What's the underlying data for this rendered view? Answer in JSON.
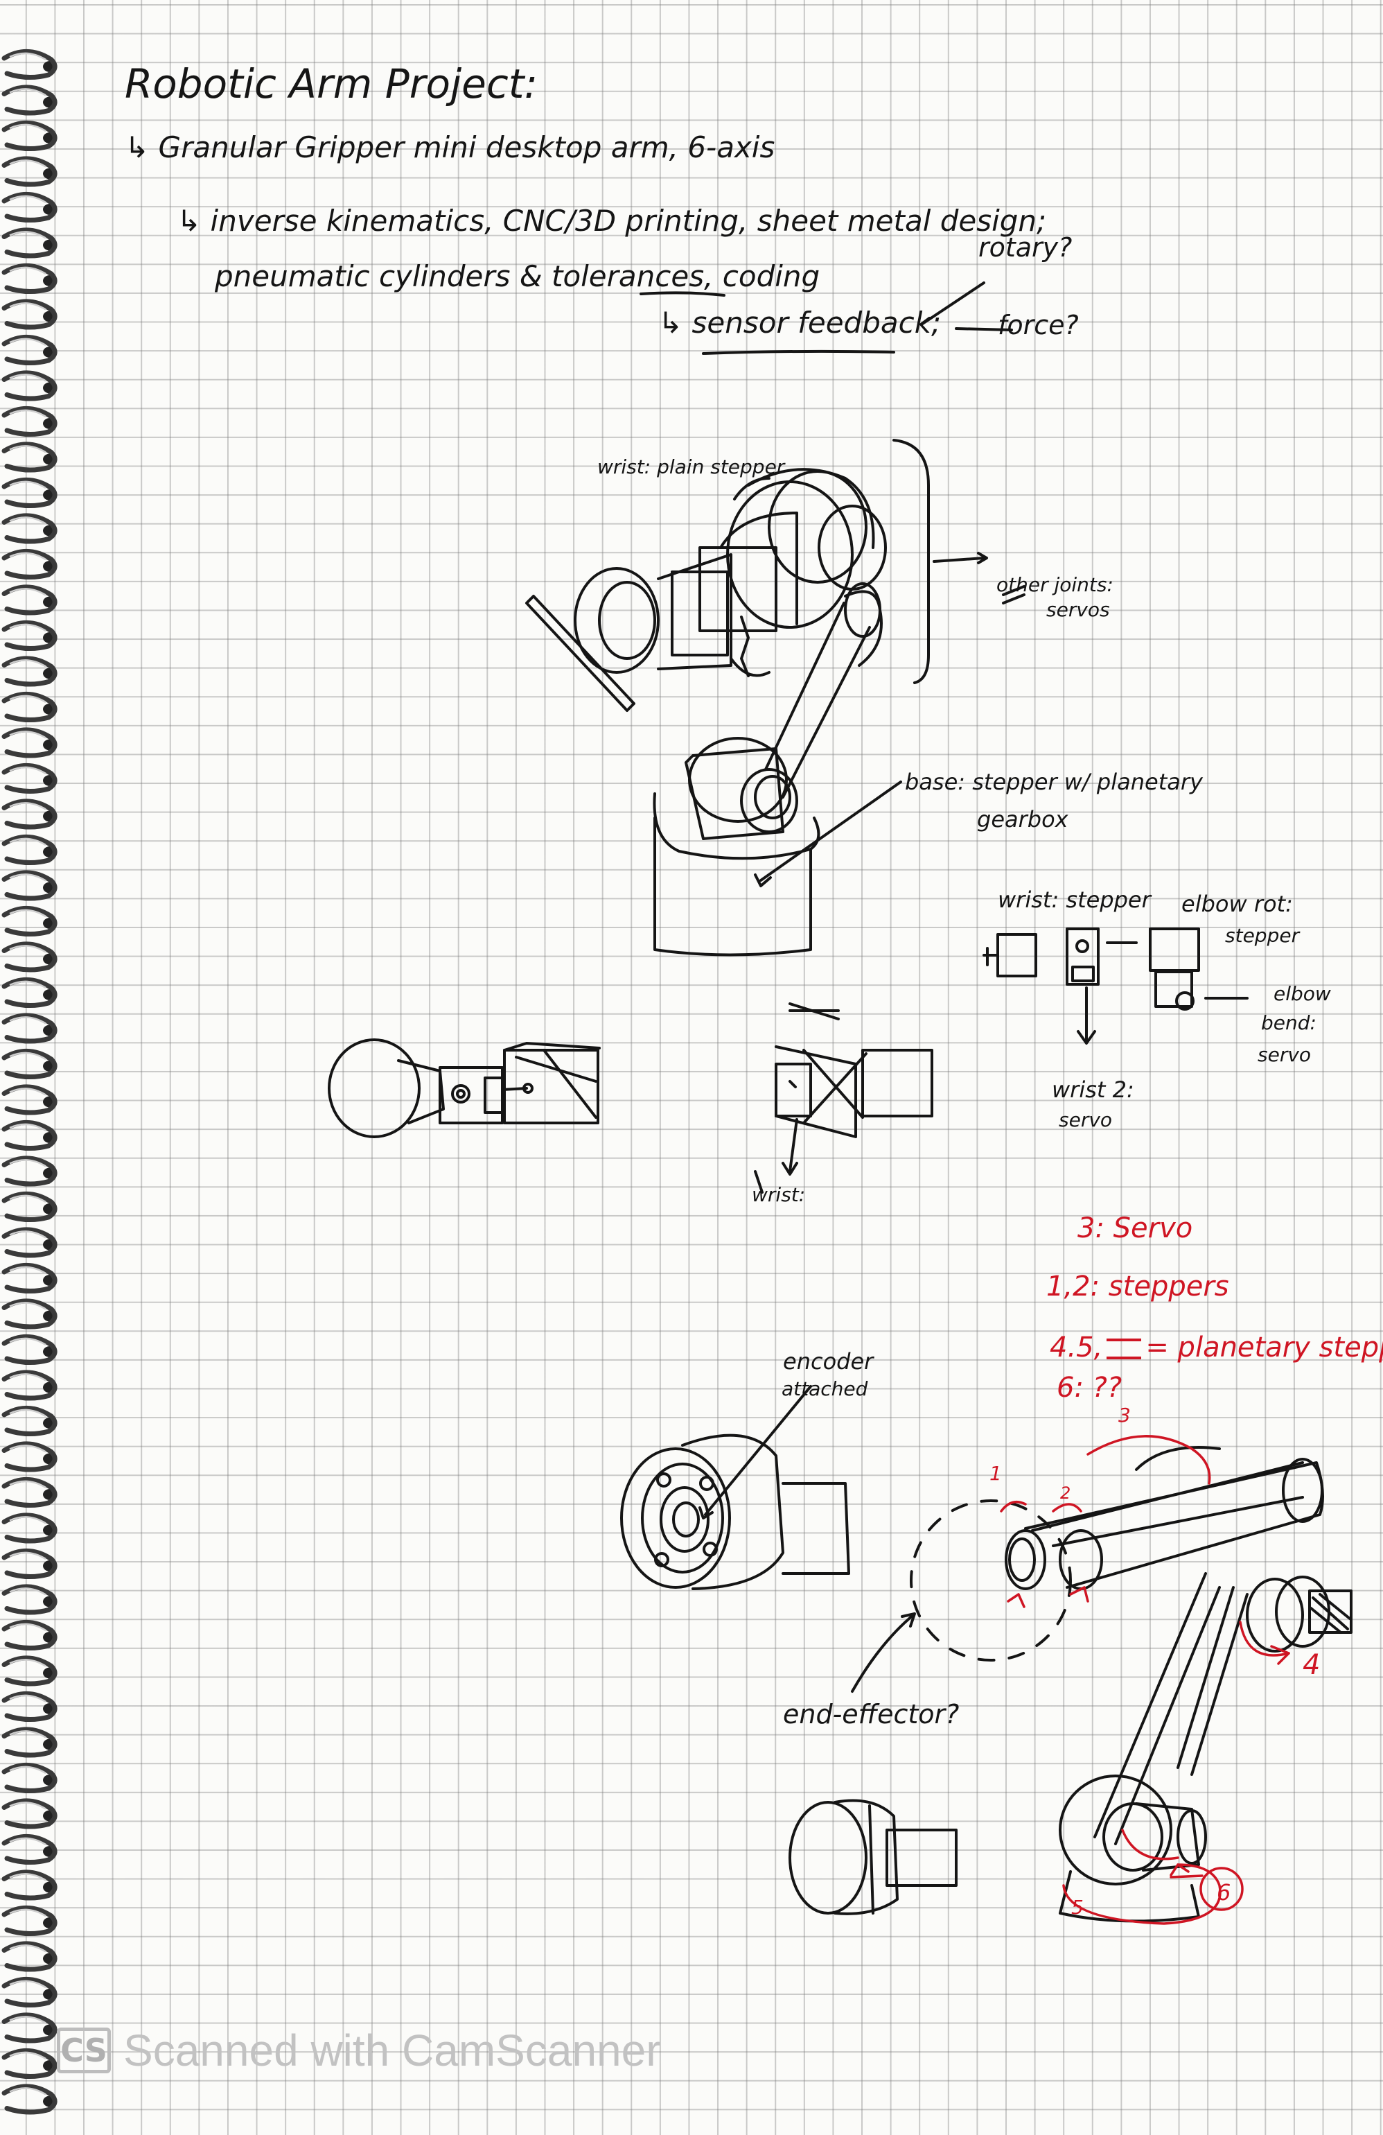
{
  "title": "Robotic Arm Project:",
  "lines": [
    "Granular Gripper mini desktop arm, 6-axis",
    "inverse kinematics, CNC/3D printing, sheet metal design;",
    "pneumatic cylinders & tolerances, coding",
    "sensor feedback;",
    "rotary?",
    "force?"
  ],
  "labels": {
    "wrist_plain_stepper": "wrist: plain stepper",
    "other_joints": "other joints:",
    "servos": "servos",
    "base": "base: stepper w/ planetary",
    "gearbox": "gearbox",
    "wrist_stepper": "wrist: stepper",
    "elbow_rot": "elbow rot:",
    "stepper": "stepper",
    "elbow_bend": "elbow",
    "bend": "bend:",
    "servo": "servo",
    "wrist2": "wrist 2:",
    "servo2": "servo",
    "wrist_colon": "wrist:",
    "encoder": "encoder",
    "attached": "attached",
    "end_effector": "end-effector?"
  },
  "red_notes": {
    "n3": "3: Servo",
    "n12": "1,2: steppers",
    "n45": "4.5,",
    "planetary": "= planetary steppers",
    "n6": "6: ??",
    "num_3": "3",
    "num_1": "1",
    "num_2": "2",
    "num_4": "4",
    "num_5": "5",
    "num_6": "6"
  },
  "watermark": {
    "logo": "CS",
    "text": "Scanned with CamScanner"
  },
  "colors": {
    "ink": "#151515",
    "red_ink": "#cf1523",
    "grid": "#8a8a8a",
    "watermark": "#c2c2c2"
  }
}
